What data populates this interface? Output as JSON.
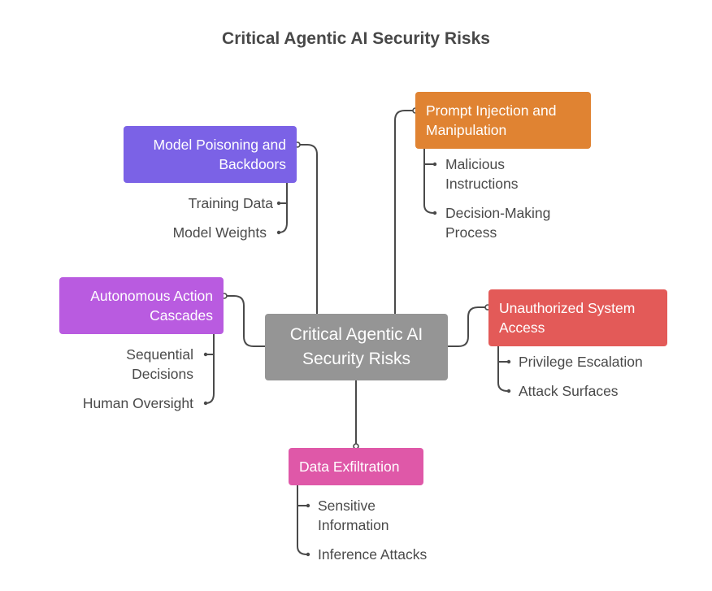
{
  "title": "Critical Agentic AI Security Risks",
  "central": {
    "label": "Critical Agentic AI Security Risks",
    "color": "#959595"
  },
  "branches": [
    {
      "label": "Model Poisoning and Backdoors",
      "color": "#7B62E6",
      "children": [
        "Training Data",
        "Model Weights"
      ]
    },
    {
      "label": "Prompt Injection and Manipulation",
      "color": "#E08332",
      "children": [
        "Malicious Instructions",
        "Decision-Making Process"
      ]
    },
    {
      "label": "Autonomous Action Cascades",
      "color": "#B95BE0",
      "children": [
        "Sequential Decisions",
        "Human Oversight"
      ]
    },
    {
      "label": "Unauthorized System Access",
      "color": "#E35A58",
      "children": [
        "Privilege Escalation",
        "Attack Surfaces"
      ]
    },
    {
      "label": "Data Exfiltration",
      "color": "#DF58A8",
      "children": [
        "Sensitive Information",
        "Inference Attacks"
      ]
    }
  ],
  "line_color": "#4a4a4a"
}
